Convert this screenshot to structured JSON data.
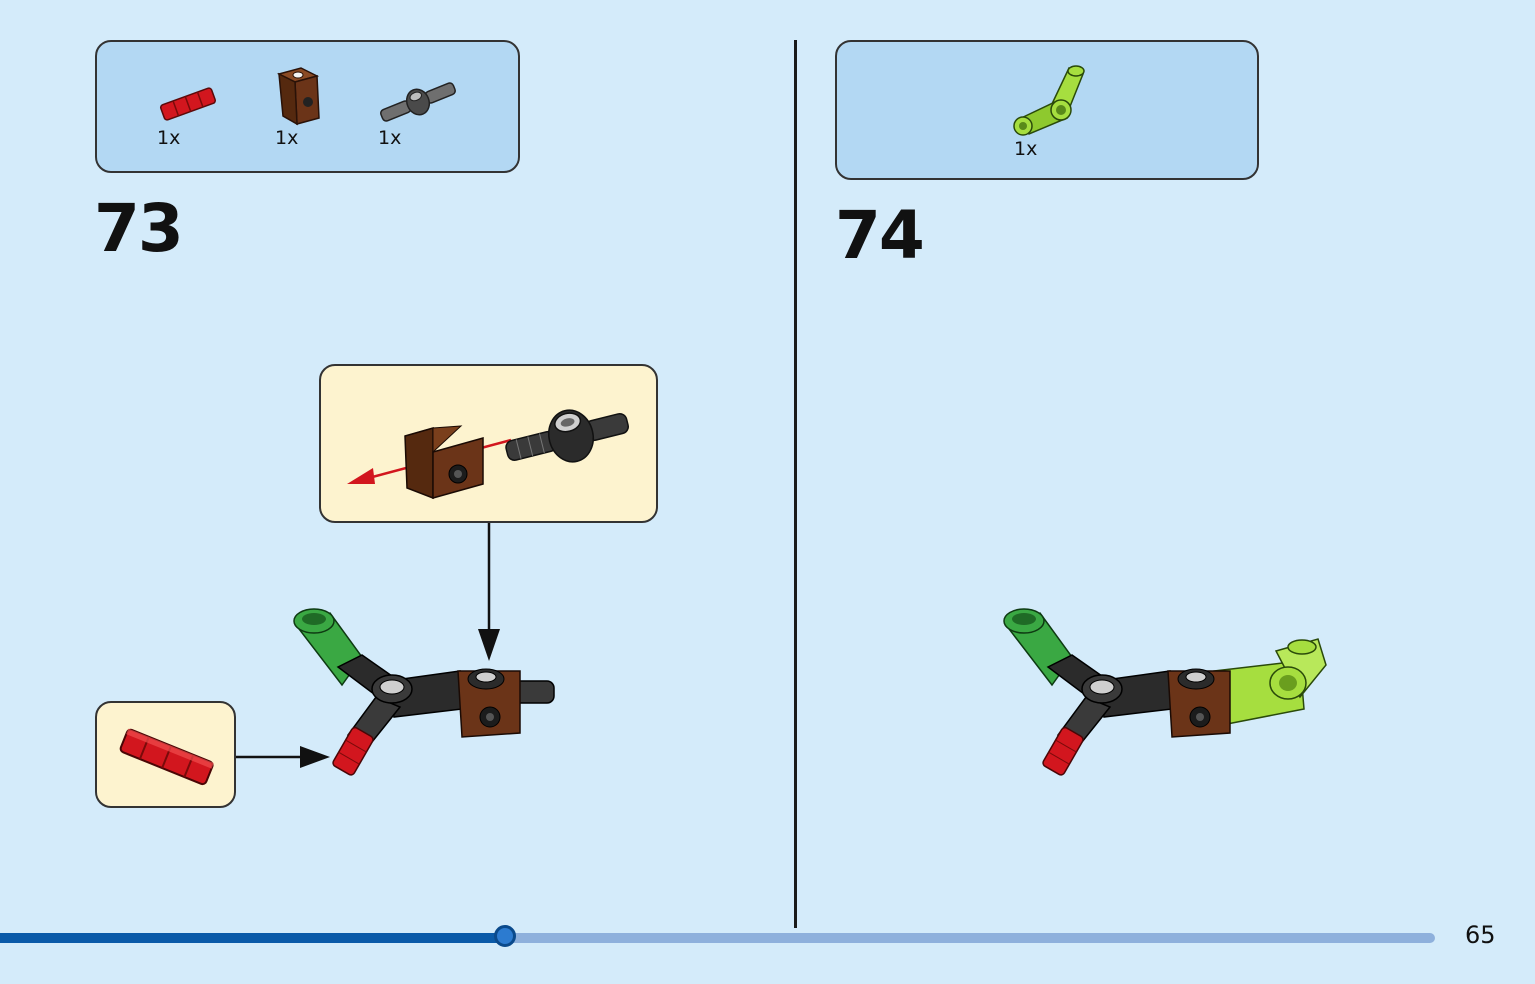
{
  "page_number": "65",
  "progress": {
    "fraction": 0.352
  },
  "steps": [
    {
      "number": "73",
      "parts": [
        {
          "icon": "red-axle-connector-icon",
          "qty": "1x"
        },
        {
          "icon": "brown-angle-plate-icon",
          "qty": "1x"
        },
        {
          "icon": "gray-axle-pin-icon",
          "qty": "1x"
        }
      ]
    },
    {
      "number": "74",
      "parts": [
        {
          "icon": "lime-angled-connector-icon",
          "qty": "1x"
        }
      ]
    }
  ],
  "colors": {
    "background": "#d4ebfa",
    "parts_box": "#b3d8f3",
    "callout": "#fdf3cf",
    "progress_done": "#0a5aa8",
    "progress_remaining": "#8eb0dc",
    "red_part": "#d2161e",
    "brown_part": "#6b3418",
    "green_part": "#3aa843",
    "lime_part": "#a6de3f",
    "gray_part": "#2b2b2b"
  }
}
